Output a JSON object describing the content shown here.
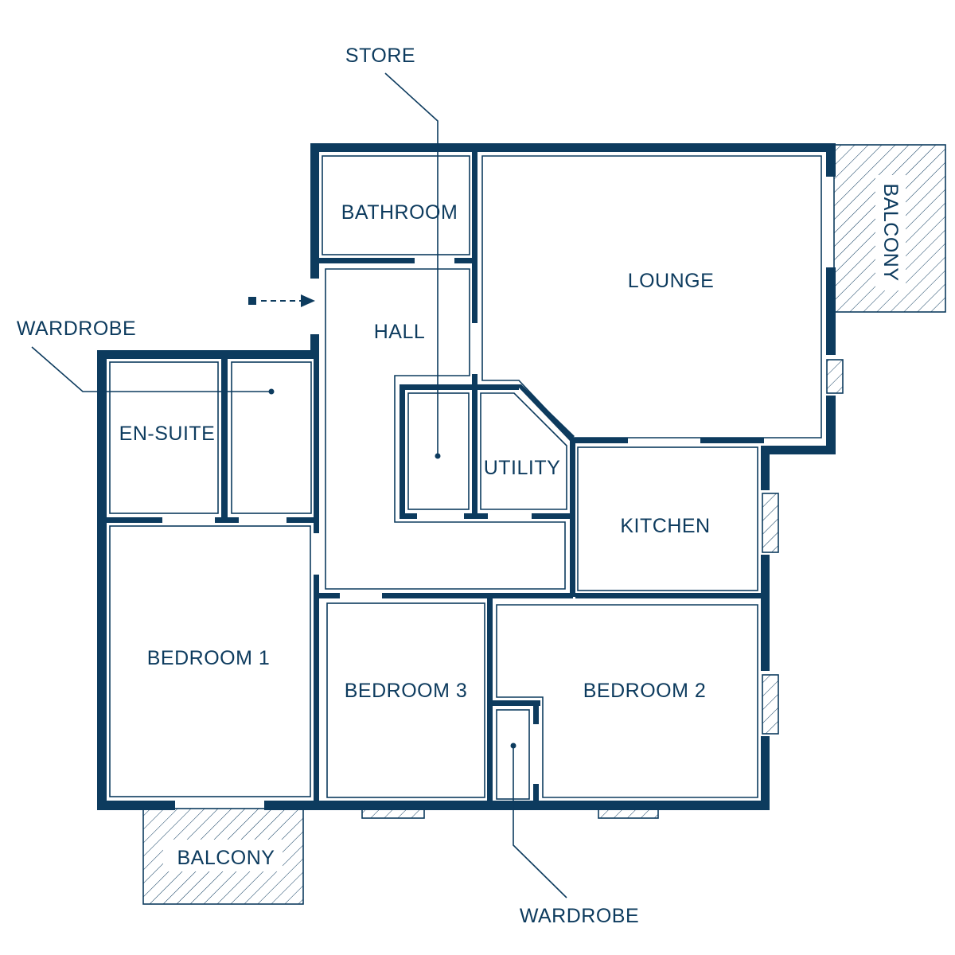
{
  "plan": {
    "colors": {
      "wall": "#0d3b5e",
      "background": "#ffffff"
    },
    "rooms": {
      "bathroom": "BATHROOM",
      "lounge": "LOUNGE",
      "hall": "HALL",
      "en_suite": "EN-SUITE",
      "utility": "UTILITY",
      "kitchen": "KITCHEN",
      "bedroom_1": "BEDROOM 1",
      "bedroom_3": "BEDROOM 3",
      "bedroom_2": "BEDROOM 2",
      "balcony_right": "BALCONY",
      "balcony_bottom": "BALCONY"
    },
    "callouts": {
      "store": "STORE",
      "wardrobe_left": "WARDROBE",
      "wardrobe_bottom": "WARDROBE"
    },
    "entrance_icon": "entrance-arrow-icon"
  }
}
